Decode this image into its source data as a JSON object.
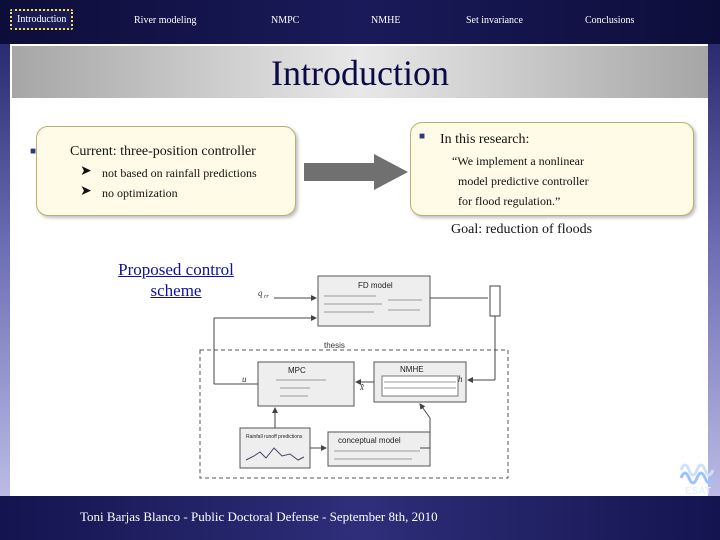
{
  "nav": {
    "items": [
      "Introduction",
      "River modeling",
      "NMPC",
      "NMHE",
      "Set invariance",
      "Conclusions"
    ]
  },
  "slide": {
    "title": "Introduction",
    "left_box": {
      "heading": "Current: three-position controller",
      "items": [
        "not based on rainfall predictions",
        "no optimization"
      ]
    },
    "right_box": {
      "heading": "In this research:",
      "quote_lines": [
        "“We implement a nonlinear",
        "model predictive controller",
        "for flood regulation.”"
      ]
    },
    "goal": "Goal: reduction of floods",
    "link_lines": [
      "Proposed control",
      "scheme"
    ],
    "diagram": {
      "fd_model": "FD model",
      "thesis": "thesis",
      "mpc": "MPC",
      "nmhe": "NMHE",
      "predictions": "Rainfall runoff predictions",
      "conceptual": "conceptual model",
      "q_in": "q",
      "q_sub": "rr",
      "u": "u",
      "x_hat": "x̂",
      "h": "h"
    },
    "footer": "Toni Barjas Blanco - Public Doctoral Defense - September 8th, 2010",
    "logo_text": "ESAT"
  },
  "colors": {
    "nav_bg": "#141450",
    "active_border": "#f4e04a",
    "box_bg": "#fffbe6",
    "title": "#0a0a45",
    "link": "#1010a0"
  }
}
